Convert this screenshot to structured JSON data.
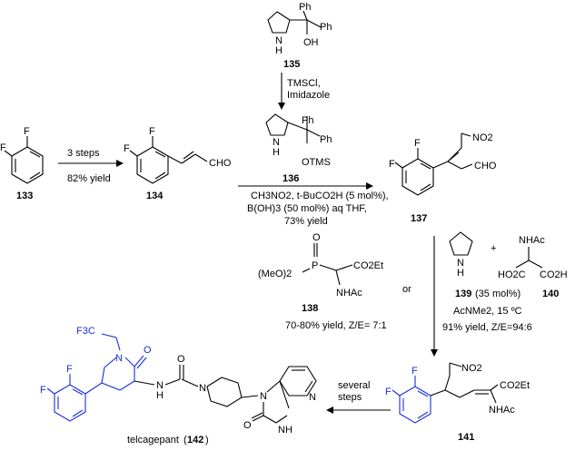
{
  "compounds": {
    "c133": "133",
    "c134": "134",
    "c135": "135",
    "c136": "136",
    "c137": "137",
    "c138": "138",
    "c139": "139",
    "c140": "140",
    "c141": "141",
    "c142": "142"
  },
  "atoms": {
    "F": "F",
    "CHO": "CHO",
    "Ph": "Ph",
    "N": "N",
    "H": "H",
    "NH": "NH",
    "OH": "OH",
    "OTMS": "OTMS",
    "NO2": "NO2",
    "O": "O",
    "P": "P",
    "MeO2": "(MeO)2",
    "CO2Et": "CO2Et",
    "NHAc": "NHAc",
    "HO2C": "HO2C",
    "CO2H": "CO2H",
    "F3C": "F3C"
  },
  "reactions": {
    "r1_above": "3 steps",
    "r1_below": "82% yield",
    "r2_line1": "TMSCl,",
    "r2_line2": "Imidazole",
    "r3_line1": "CH3NO2, t-BuCO2H (5 mol%),",
    "r3_line2": "B(OH)3 (50 mol%) aq THF,",
    "r3_line3": "73% yield",
    "r4_left_yield": "70-80% yield, Z/E= 7:1",
    "r4_or": "or",
    "r4_plus": "+",
    "r4_mol": "(35 mol%)",
    "r4_line2": "AcNMe2, 15 ºC",
    "r4_line3": "91% yield, Z/E=94:6",
    "r5_line1": "several",
    "r5_line2": "steps"
  },
  "product_name": "telcagepant",
  "colors": {
    "highlight": "#1a2fe0",
    "ink": "#000000"
  }
}
